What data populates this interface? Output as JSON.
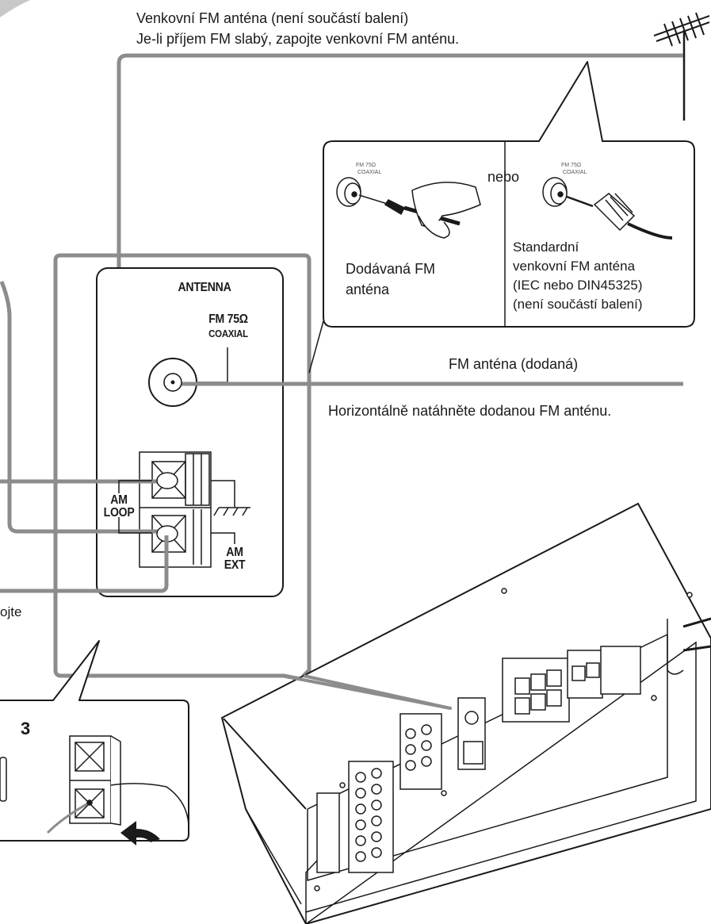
{
  "outdoor_fm": {
    "line1": "Venkovní FM anténa (není součástí balení)",
    "line2": "Je-li příjem FM slabý, zapojte venkovní FM anténu."
  },
  "callout": {
    "or_label": "nebo",
    "supplied_line1": "Dodávaná FM",
    "supplied_line2": "anténa",
    "standard_line1": "Standardní",
    "standard_line2": "venkovní FM anténa",
    "standard_line3": "(IEC nebo DIN45325)",
    "standard_line4": "(není součástí balení)",
    "jack_tiny_1": "FM 75Ω",
    "jack_tiny_2": "COAXIAL"
  },
  "fm_supplied": {
    "label": "FM anténa (dodaná)",
    "instruction": "Horizontálně natáhněte dodanou FM anténu."
  },
  "panel": {
    "antenna_title": "ANTENNA",
    "fm_line1": "FM 75Ω",
    "fm_line2": "COAXIAL",
    "am_loop_line1": "AM",
    "am_loop_line2": "LOOP",
    "am_ext_line1": "AM",
    "am_ext_line2": "EXT"
  },
  "left_cut_text": "ojte",
  "step": {
    "number": "3"
  },
  "colors": {
    "cable_gray": "#8c8c8c",
    "line_dark": "#1a1a1a"
  }
}
